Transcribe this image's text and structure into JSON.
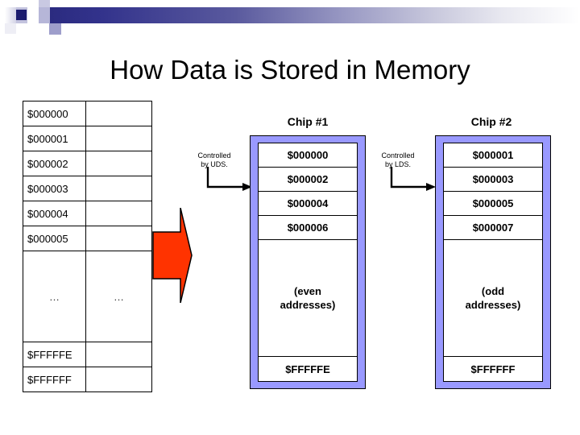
{
  "slide": {
    "title": "How Data is Stored in Memory",
    "header_gradient_from": "#27277a",
    "header_gradient_to": "#ffffff",
    "accent_square_color": "#1c1c6e"
  },
  "memory_table": {
    "rows": [
      {
        "address": "$000000",
        "data": ""
      },
      {
        "address": "$000001",
        "data": ""
      },
      {
        "address": "$000002",
        "data": ""
      },
      {
        "address": "$000003",
        "data": ""
      },
      {
        "address": "$000004",
        "data": ""
      },
      {
        "address": "$000005",
        "data": ""
      }
    ],
    "ellipsis_address": "…",
    "ellipsis_data": "…",
    "tail_rows": [
      {
        "address": "$FFFFFE",
        "data": ""
      },
      {
        "address": "$FFFFFF",
        "data": ""
      }
    ]
  },
  "bus_arrow": {
    "color": "#ff3300",
    "name": "data-bus-arrow"
  },
  "annotations": {
    "uds": "Controlled\nby UDS.",
    "uds_line1": "Controlled",
    "uds_line2": "by UDS.",
    "lds_line1": "Controlled",
    "lds_line2": "by LDS."
  },
  "chips": [
    {
      "title": "Chip #1",
      "border_color": "#9999ff",
      "cells": [
        "$000000",
        "$000002",
        "$000004",
        "$000006"
      ],
      "note_line1": "(even",
      "note_line2": "addresses)",
      "last_cell": "$FFFFFE"
    },
    {
      "title": "Chip #2",
      "border_color": "#9999ff",
      "cells": [
        "$000001",
        "$000003",
        "$000005",
        "$000007"
      ],
      "note_line1": "(odd",
      "note_line2": "addresses)",
      "last_cell": "$FFFFFF"
    }
  ]
}
